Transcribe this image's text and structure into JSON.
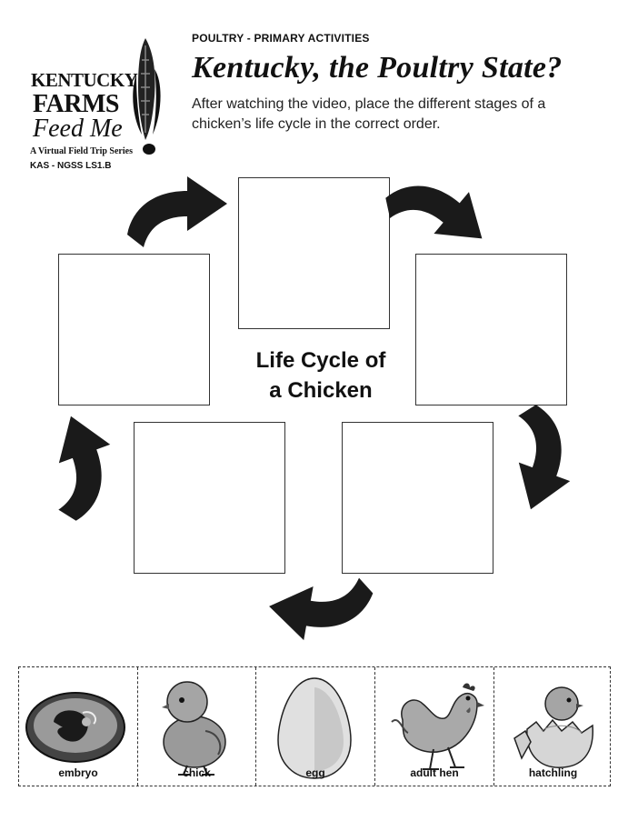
{
  "logo": {
    "line1": "KENTUCKY",
    "line2": "FARMS",
    "line3": "Feed Me",
    "series": "A Virtual Field Trip Series",
    "standard": "KAS - NGSS LS1.B"
  },
  "header": {
    "kicker": "POULTRY - PRIMARY ACTIVITIES",
    "title": "Kentucky, the Poultry State?",
    "instructions": "After watching the video, place the different stages of a chicken’s life cycle in the correct order."
  },
  "diagram": {
    "title_line1": "Life Cycle of",
    "title_line2": "a Chicken",
    "arrow_color": "#1a1a1a"
  },
  "cutouts": [
    {
      "label": "embryo",
      "icon": "embryo-icon"
    },
    {
      "label": "chick",
      "icon": "chick-icon"
    },
    {
      "label": "egg",
      "icon": "egg-icon"
    },
    {
      "label": "adult hen",
      "icon": "hen-icon"
    },
    {
      "label": "hatchling",
      "icon": "hatchling-icon"
    }
  ]
}
